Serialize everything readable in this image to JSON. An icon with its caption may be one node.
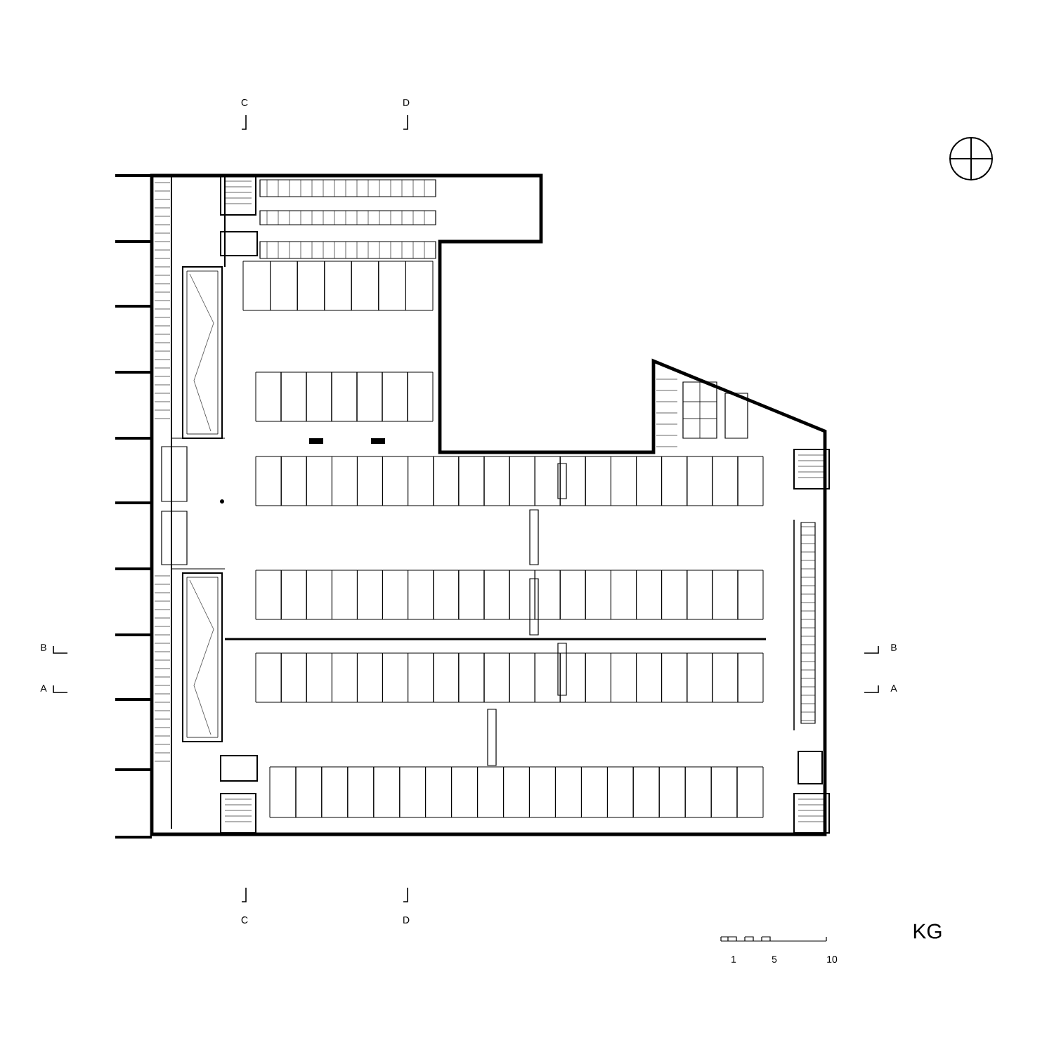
{
  "diagram": {
    "labels": [
      "C",
      "D",
      "B",
      "A",
      "B",
      "A",
      "C",
      "D",
      "1",
      "5",
      "10",
      "KG"
    ]
  }
}
